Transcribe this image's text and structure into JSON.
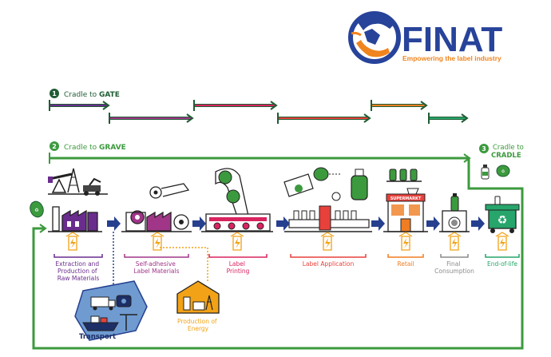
{
  "logo": {
    "name": "FINAT",
    "tagline": "Empowering the label industry",
    "colors": {
      "blue": "#27439a",
      "orange": "#f0841e"
    }
  },
  "scopes": {
    "gate": {
      "number": "1",
      "label_prefix": "Cradle to ",
      "label_emph": "GATE",
      "color": "#1f5c33"
    },
    "grave": {
      "number": "2",
      "label_prefix": "Cradle to ",
      "label_emph": "GRAVE",
      "color": "#3c9a3e"
    },
    "cradle": {
      "number": "3",
      "label_line1": "Cradle to",
      "label_line2": "CRADLE",
      "color": "#3c9a3e"
    }
  },
  "stages": [
    {
      "id": "extraction",
      "lines": [
        "Extraction and",
        "Production of",
        "Raw Materials"
      ],
      "color": "#6a2d8e"
    },
    {
      "id": "self-adhesive",
      "lines": [
        "Self-adhesive",
        "Label Materials"
      ],
      "color": "#a13689"
    },
    {
      "id": "printing",
      "lines": [
        "Label",
        "Printing"
      ],
      "color": "#d8245f"
    },
    {
      "id": "application",
      "lines": [
        "Label Application"
      ],
      "color": "#e8413c"
    },
    {
      "id": "retail",
      "lines": [
        "Retail"
      ],
      "color": "#ef7d22"
    },
    {
      "id": "consumption",
      "lines": [
        "Final",
        "Consumption"
      ],
      "color": "#8a8a8a"
    },
    {
      "id": "end-of-life",
      "lines": [
        "End-of-life"
      ],
      "color": "#27a56b"
    }
  ],
  "side_stages": {
    "transport": {
      "label": "Transport",
      "color": "#27439a"
    },
    "energy": {
      "lines": [
        "Production of",
        "Energy"
      ],
      "color": "#f2a216"
    }
  },
  "building_signs": {
    "supermarket": "SUPERMARKT"
  },
  "colors": {
    "arrow": "#26408f",
    "energy_yellow": "#f2a216",
    "purple": "#6a2d8e",
    "magenta": "#a13689",
    "pink": "#d8245f",
    "red": "#e8413c",
    "orange": "#ef7d22",
    "teal": "#27a56b",
    "green": "#3c9a3e",
    "dark_green": "#1f5c33"
  }
}
